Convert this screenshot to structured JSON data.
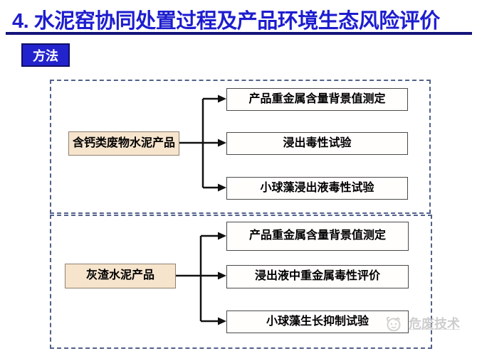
{
  "header": {
    "title": "4. 水泥窑协同处置过程及产品环境生态风险评价",
    "title_color": "#1d1dcf",
    "underline_color": "#14137b"
  },
  "method_badge": {
    "label": "方法",
    "background": "#2323cd",
    "border_color": "#0e0e66",
    "text_color": "#ffffff"
  },
  "panels": [
    {
      "name": "calcium-waste-cement-flow",
      "source": "含钙类废物水泥产品",
      "targets": [
        "产品重金属含量背景值测定",
        "浸出毒性试验",
        "小球藻浸出液毒性试验"
      ]
    },
    {
      "name": "ash-residue-cement-flow",
      "source": "灰渣水泥产品",
      "targets": [
        "产品重金属含量背景值测定",
        "浸出液中重金属毒性评价",
        "小球藻生长抑制试验"
      ]
    }
  ],
  "watermark": {
    "label": "危废技术"
  },
  "colors": {
    "panel_dashed_border": "#52618a",
    "source_node_fill": "#f6e4cd",
    "source_node_border": "#8f8070",
    "target_node_fill": "#fffefc",
    "target_node_border": "#4a4a4a",
    "arrow": "#111111"
  }
}
